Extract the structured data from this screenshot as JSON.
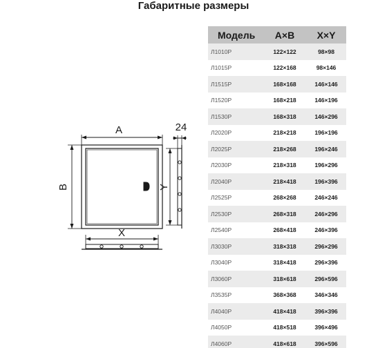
{
  "title": "Габаритные размеры",
  "table": {
    "headers": {
      "model": "Модель",
      "ab": "A×B",
      "xy": "X×Y"
    },
    "rows": [
      {
        "model": "Л1010Р",
        "ab": "122×122",
        "xy": "98×98"
      },
      {
        "model": "Л1015Р",
        "ab": "122×168",
        "xy": "98×146"
      },
      {
        "model": "Л1515Р",
        "ab": "168×168",
        "xy": "146×146"
      },
      {
        "model": "Л1520Р",
        "ab": "168×218",
        "xy": "146×196"
      },
      {
        "model": "Л1530Р",
        "ab": "168×318",
        "xy": "146×296"
      },
      {
        "model": "Л2020Р",
        "ab": "218×218",
        "xy": "196×196"
      },
      {
        "model": "Л2025Р",
        "ab": "218×268",
        "xy": "196×246"
      },
      {
        "model": "Л2030Р",
        "ab": "218×318",
        "xy": "196×296"
      },
      {
        "model": "Л2040Р",
        "ab": "218×418",
        "xy": "196×396"
      },
      {
        "model": "Л2525Р",
        "ab": "268×268",
        "xy": "246×246"
      },
      {
        "model": "Л2530Р",
        "ab": "268×318",
        "xy": "246×296"
      },
      {
        "model": "Л2540Р",
        "ab": "268×418",
        "xy": "246×396"
      },
      {
        "model": "Л3030Р",
        "ab": "318×318",
        "xy": "296×296"
      },
      {
        "model": "Л3040Р",
        "ab": "318×418",
        "xy": "296×396"
      },
      {
        "model": "Л3060Р",
        "ab": "318×618",
        "xy": "296×596"
      },
      {
        "model": "Л3535Р",
        "ab": "368×368",
        "xy": "346×346"
      },
      {
        "model": "Л4040Р",
        "ab": "418×418",
        "xy": "396×396"
      },
      {
        "model": "Л4050Р",
        "ab": "418×518",
        "xy": "396×496"
      },
      {
        "model": "Л4060Р",
        "ab": "418×618",
        "xy": "396×596"
      }
    ]
  },
  "diagram": {
    "label_a": "A",
    "label_b": "B",
    "label_x": "X",
    "label_y": "Y",
    "label_depth": "24"
  }
}
